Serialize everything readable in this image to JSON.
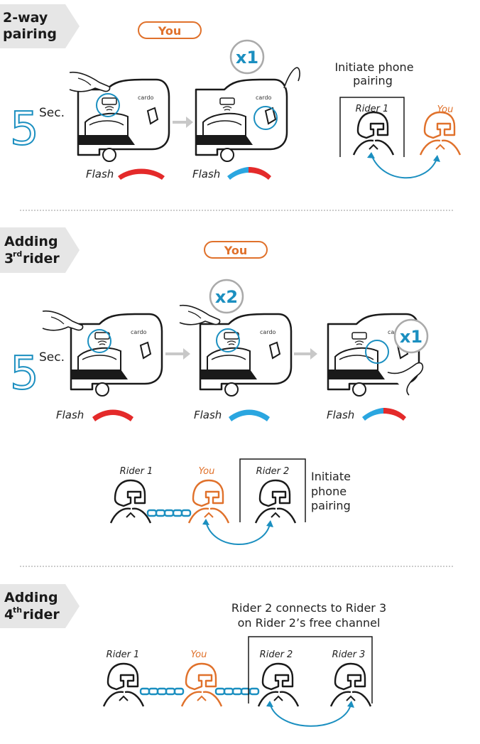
{
  "sections": [
    {
      "title_line1": "2-way",
      "title_line2": "pairing",
      "you_label": "You",
      "steps": [
        {
          "hold_count": "5",
          "hold_unit": "Sec.",
          "flash_label": "Flash",
          "flash_colors": [
            "#e42a2a"
          ]
        },
        {
          "press_label": "x1",
          "flash_label": "Flash",
          "flash_colors": [
            "#2aa6e0",
            "#e42a2a"
          ]
        }
      ],
      "instruction_line1": "Initiate phone",
      "instruction_line2": "pairing",
      "riders": [
        "Rider 1",
        "You"
      ]
    },
    {
      "title_line1": "Adding",
      "title_line2_num": "3",
      "title_line2_sup": "rd",
      "title_line2_word": "rider",
      "you_label": "You",
      "steps": [
        {
          "hold_count": "5",
          "hold_unit": "Sec.",
          "flash_label": "Flash",
          "flash_colors": [
            "#e42a2a"
          ]
        },
        {
          "press_label": "x2",
          "flash_label": "Flash",
          "flash_colors": [
            "#2aa6e0"
          ]
        },
        {
          "press_label": "x1",
          "flash_label": "Flash",
          "flash_colors": [
            "#2aa6e0",
            "#e42a2a"
          ]
        }
      ],
      "riders": [
        "Rider 1",
        "You",
        "Rider 2"
      ],
      "instruction_line1": "Initiate",
      "instruction_line2": "phone",
      "instruction_line3": "pairing"
    },
    {
      "title_line1": "Adding",
      "title_line2_num": "4",
      "title_line2_sup": "th",
      "title_line2_word": "rider",
      "instruction_line1": "Rider 2 connects to Rider 3",
      "instruction_line2": "on Rider 2’s free channel",
      "riders": [
        "Rider 1",
        "You",
        "Rider 2",
        "Rider 3"
      ]
    }
  ],
  "device_logo": "cardo",
  "colors": {
    "accent_blue": "#1b8fc0",
    "orange": "#e0712b",
    "red": "#e42a2a",
    "tab_grey": "#e6e6e6"
  }
}
